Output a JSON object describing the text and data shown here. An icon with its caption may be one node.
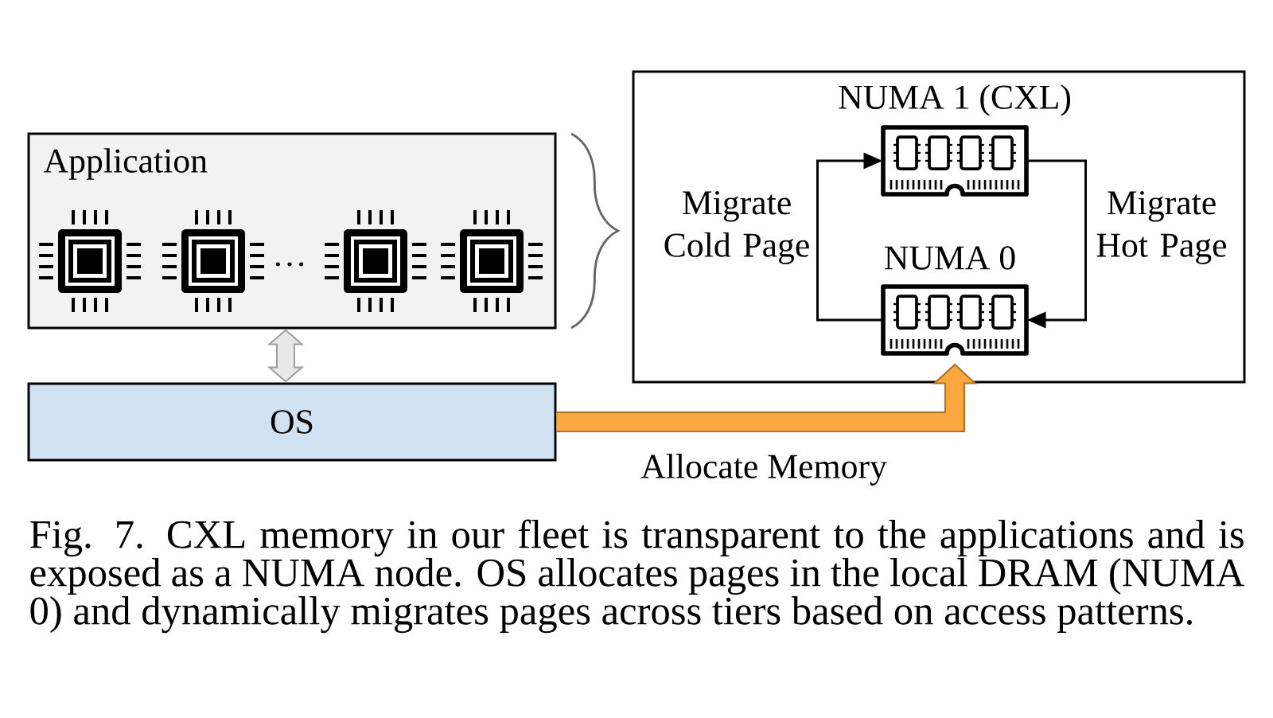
{
  "diagram": {
    "caption": "Fig. 7. CXL memory in our fleet is transparent to the applications and is exposed as a NUMA node. OS allocates pages in the local DRAM (NUMA 0) and dynamically migrates pages across tiers based on access patterns.",
    "nodes": [
      {
        "text": [
          "Application"
        ]
      },
      {
        "text": [
          "OS"
        ]
      },
      {
        "text": [],
        "shape": "box"
      },
      {
        "text": [
          "NUMA 1 (CXL)"
        ],
        "in": 2
      },
      {
        "text": [
          "NUMA 0"
        ],
        "in": 2
      }
    ],
    "edges": [
      {
        "from": 0,
        "to": 1,
        "arrow": "both",
        "style": "thick",
        "color": "#e8e8e8"
      },
      {
        "from": 4,
        "to": 3,
        "arrow": "to",
        "label": "Migrate Cold Page"
      },
      {
        "from": 3,
        "to": 4,
        "arrow": "to",
        "label": "Migrate Hot Page"
      },
      {
        "from": 1,
        "to": 4,
        "arrow": "to",
        "label": "Allocate Memory",
        "style": "thick",
        "color": "#f9a73e"
      }
    ],
    "labels": [
      "…"
    ]
  }
}
